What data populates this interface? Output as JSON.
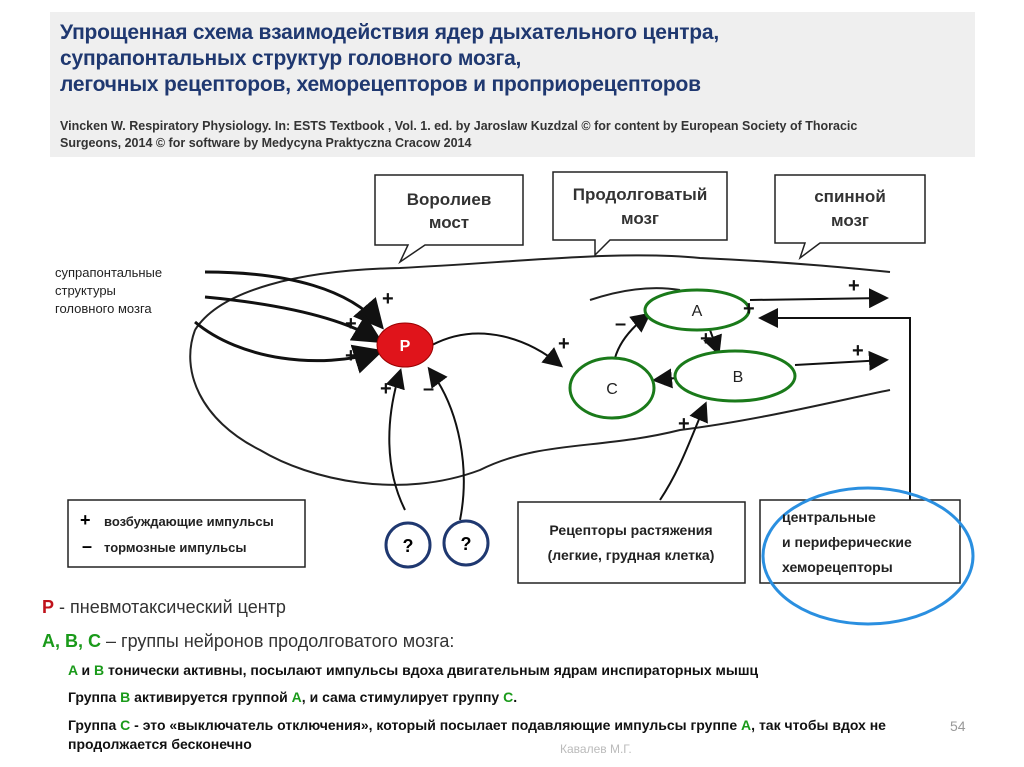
{
  "header": {
    "title_lines": [
      "Упрощенная схема взаимодействия ядер дыхательного центра,",
      "супрапонтальных структур головного мозга,",
      "легочных рецепторов, хеморецепторов и проприорецепторов"
    ],
    "citation_lines": [
      "Vincken W. Respiratory Physiology. In: ESTS Textbook , Vol. 1. ed. by Jaroslaw Kuzdzal © for content by European Society of Thoracic",
      "Surgeons, 2014 © for software by Medycyna Praktyczna Cracow 2014"
    ]
  },
  "diagram": {
    "callouts": [
      [
        "Ворoлиев",
        "мост"
      ],
      [
        "Продолговатый",
        "мозг"
      ],
      [
        "спинной",
        "мозг"
      ]
    ],
    "supra": [
      "супрапонтальные",
      "структуры",
      "головного мозга"
    ],
    "nodes": {
      "P": "P",
      "A": "A",
      "B": "B",
      "C": "C"
    },
    "plus": "+",
    "minus": "–",
    "question": "?",
    "legend": {
      "plus_label": "возбуждающие импульсы",
      "minus_label": "тормозные импульсы"
    },
    "receptors": [
      "Рецепторы растяжения",
      "(легкие, грудная клетка)"
    ],
    "chemo": [
      "центральные",
      "и периферические",
      "хеморецепторы"
    ]
  },
  "notes": {
    "p_letter": "P",
    "p_text": " - пневмотаксический центр",
    "abc_letters": "A, B, C",
    "abc_text": " – группы нейронов продолговатого мозга:",
    "l1": {
      "a": "A",
      "and": " и ",
      "b": "B",
      "rest": " тонически активны, посылают импульсы вдоха двигательным ядрам инспираторных мышц"
    },
    "l2": {
      "start": "Группа ",
      "b": "B",
      "mid": " активируется группой ",
      "a": "A",
      "mid2": ", и сама стимулирует группу ",
      "c": "C",
      "end": "."
    },
    "l3": {
      "start": "Группа ",
      "c": "C",
      "mid": " - это «выключатель отключения», который посылает подавляющие импульсы группе ",
      "a": "A",
      "end": ", так чтобы вдох не продолжается бесконечно"
    }
  },
  "footer": {
    "author": "Кавалев М.Г.",
    "page": "54"
  },
  "colors": {
    "title": "#1f3870",
    "red": "#e0141b",
    "green": "#1a7a1a",
    "blue": "#2a8fe0"
  }
}
